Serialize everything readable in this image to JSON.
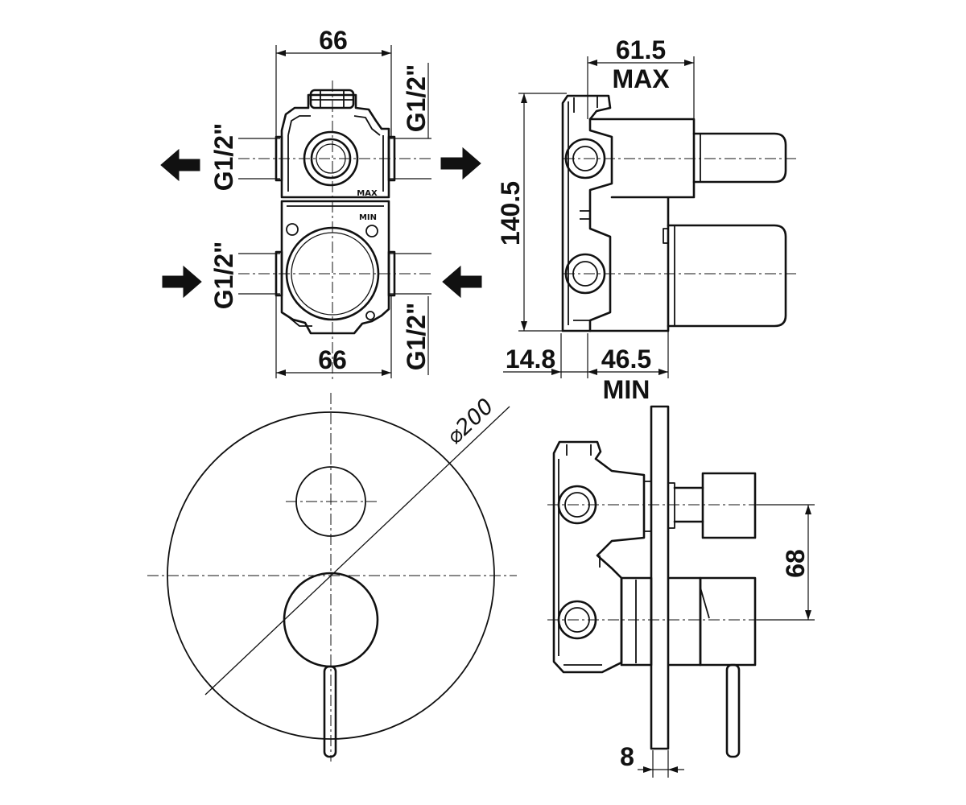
{
  "front_view": {
    "width_top": "66",
    "width_bottom": "66",
    "thread_top_right": "G1/2\"",
    "thread_left_top": "G1/2\"",
    "thread_left_bottom": "G1/2\"",
    "thread_bottom_right": "G1/2\"",
    "body_mark_max": "MAX",
    "body_mark_min": "MIN",
    "icons": [
      "arrow-left-icon",
      "arrow-right-icon",
      "arrow-right-icon",
      "arrow-left-icon"
    ]
  },
  "side_view": {
    "depth_max": "61.5",
    "depth_max_label": "MAX",
    "height": "140.5",
    "offset": "14.8",
    "depth_min": "46.5",
    "depth_min_label": "MIN"
  },
  "plate_view": {
    "diameter": "⌀200"
  },
  "assembled_side_view": {
    "handle_spacing": "68",
    "plate_thickness": "8"
  },
  "colors": {
    "line": "#111111",
    "background": "#ffffff"
  }
}
